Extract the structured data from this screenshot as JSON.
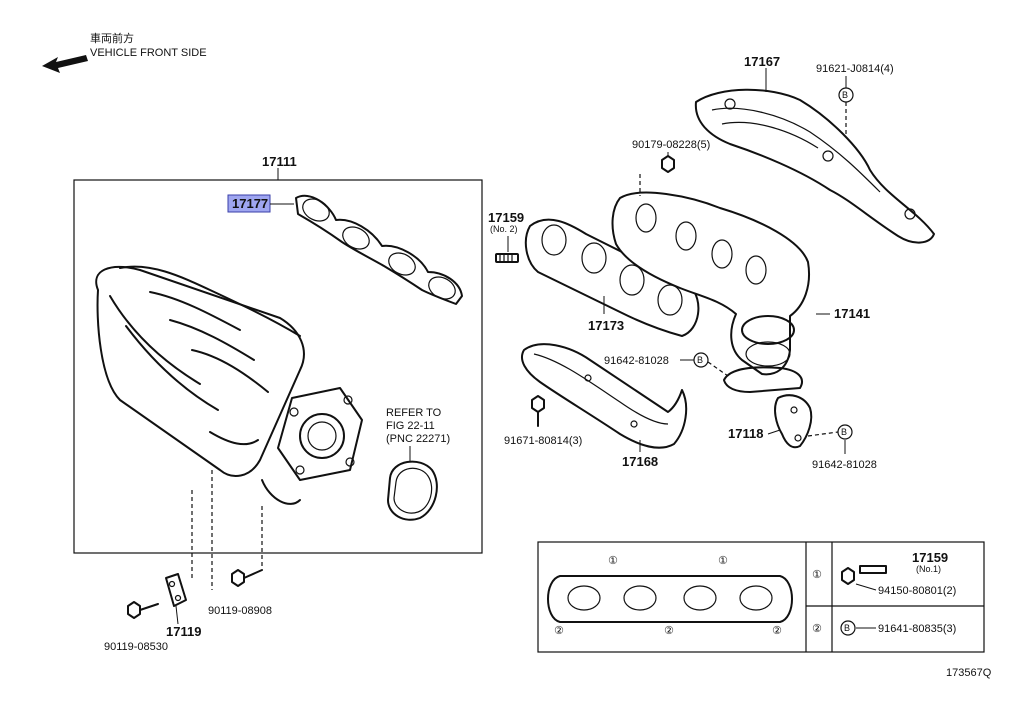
{
  "orientation": {
    "jp_label": "車両前方",
    "en_label": "VEHICLE FRONT SIDE"
  },
  "parts": {
    "intake_manifold": "17111",
    "intake_gasket": "17177",
    "stud_no2": "17159",
    "stud_no2_sub": "(No. 2)",
    "exhaust_gasket": "17173",
    "exhaust_manifold": "17141",
    "heat_insulator_upper": "17167",
    "heat_insulator_lower": "17168",
    "bracket": "17118",
    "stay": "17119",
    "bolt_insulator": "91621-J0814(4)",
    "nut_upper": "90179-08228(5)",
    "bolt_91642_a": "91642-81028",
    "bolt_91642_b": "91642-81028",
    "bolt_91671": "91671-80814(3)",
    "bolt_90119_a": "90119-08908",
    "bolt_90119_b": "90119-08530"
  },
  "refer": {
    "line1": "REFER TO",
    "line2": "FIG 22-11",
    "line3": "(PNC 22271)"
  },
  "legend": {
    "circle1": "①",
    "circle2": "②",
    "circle_b": "B",
    "stud_no1": "17159",
    "stud_no1_sub": "(No.1)",
    "nut_no1": "94150-80801(2)",
    "bolt_b": "91641-80835(3)"
  },
  "figure_code": "173567Q",
  "colors": {
    "highlight": "#9fa6f0",
    "line": "#111111"
  }
}
